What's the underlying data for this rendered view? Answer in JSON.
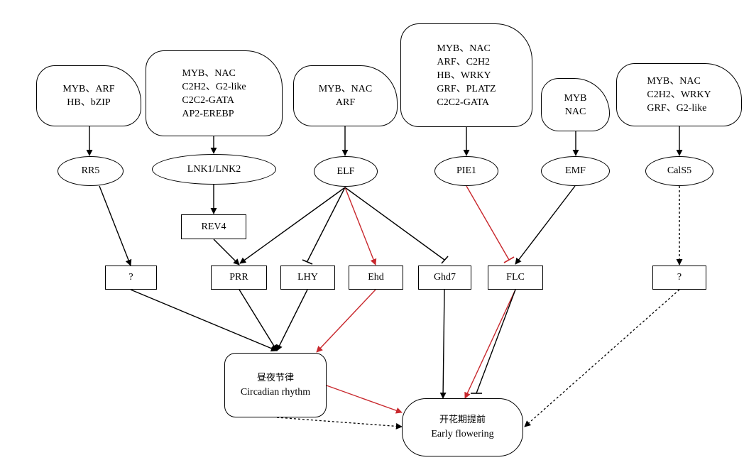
{
  "tf_boxes": {
    "tf1": [
      "MYB、ARF",
      "HB、bZIP"
    ],
    "tf2": [
      "MYB、NAC",
      "C2H2、G2-like",
      "C2C2-GATA",
      "AP2-EREBP"
    ],
    "tf3": [
      "MYB、NAC",
      "ARF"
    ],
    "tf4": [
      "MYB、NAC",
      "ARF、C2H2",
      "HB、WRKY",
      "GRF、PLATZ",
      "C2C2-GATA"
    ],
    "tf5": [
      "MYB",
      "NAC"
    ],
    "tf6": [
      "MYB、NAC",
      "C2H2、WRKY",
      "GRF、G2-like"
    ]
  },
  "ellipses": {
    "rr5": "RR5",
    "lnk": "LNK1/LNK2",
    "elf": "ELF",
    "pie1": "PIE1",
    "emf": "EMF",
    "cals5": "CalS5"
  },
  "boxes": {
    "rev4": "REV4",
    "q1": "?",
    "prr": "PRR",
    "lhy": "LHY",
    "ehd": "Ehd",
    "ghd7": "Ghd7",
    "flc": "FLC",
    "q2": "?"
  },
  "outputs": {
    "circadian_cn": "昼夜节律",
    "circadian_en": "Circadian rhythm",
    "flowering_cn": "开花期提前",
    "flowering_en": "Early flowering"
  },
  "colors": {
    "activation": "#000000",
    "red": "#c8282d"
  }
}
